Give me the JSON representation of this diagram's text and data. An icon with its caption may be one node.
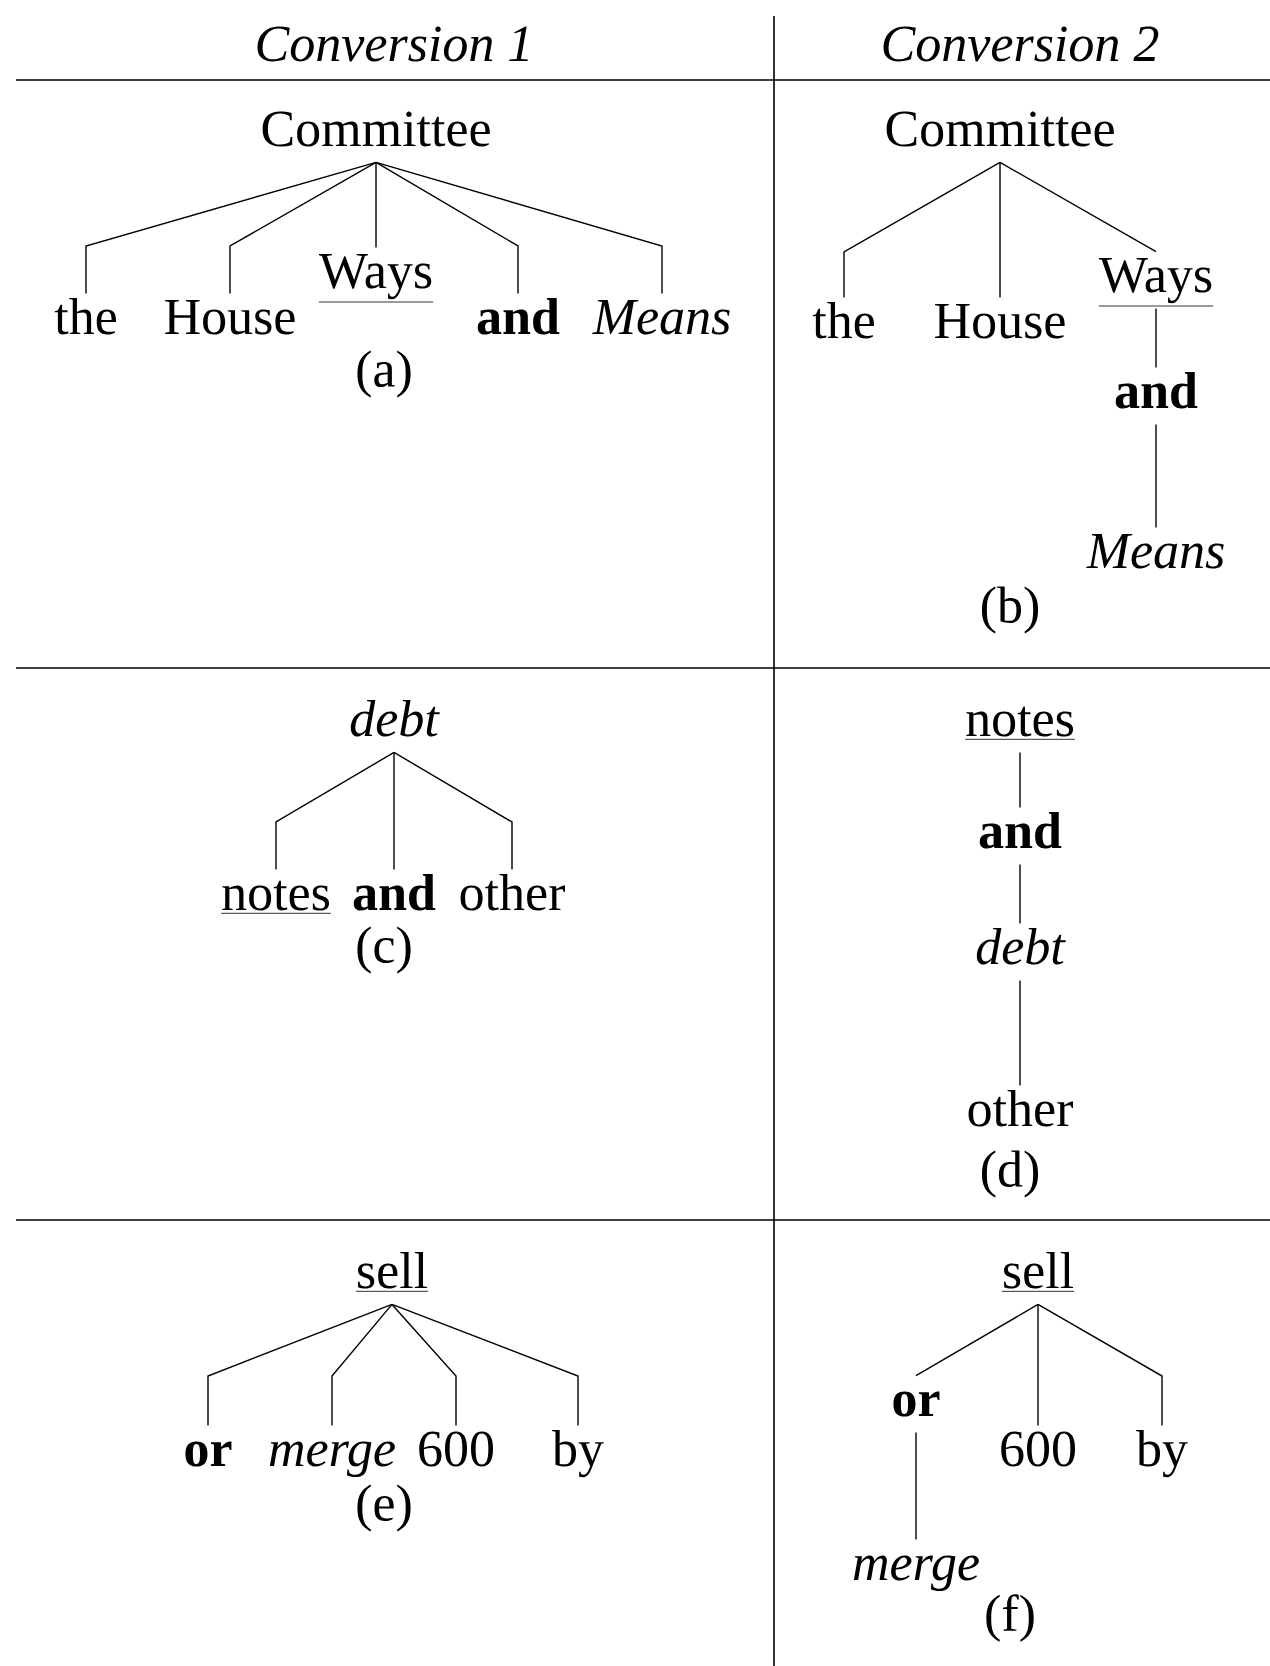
{
  "diagram": {
    "nodes": [
      {
        "text": [
          "Committee"
        ]
      },
      {
        "text": [
          "the"
        ]
      },
      {
        "text": [
          "House"
        ]
      },
      {
        "text": [
          "Ways"
        ]
      },
      {
        "text": [
          "and"
        ]
      },
      {
        "text": [
          "Means"
        ]
      },
      {
        "text": [
          "Committee"
        ]
      },
      {
        "text": [
          "the"
        ]
      },
      {
        "text": [
          "House"
        ]
      },
      {
        "text": [
          "Ways"
        ]
      },
      {
        "text": [
          "and"
        ]
      },
      {
        "text": [
          "Means"
        ]
      },
      {
        "text": [
          "debt"
        ]
      },
      {
        "text": [
          "notes"
        ]
      },
      {
        "text": [
          "and"
        ]
      },
      {
        "text": [
          "other"
        ]
      },
      {
        "text": [
          "notes"
        ]
      },
      {
        "text": [
          "and"
        ]
      },
      {
        "text": [
          "debt"
        ]
      },
      {
        "text": [
          "other"
        ]
      },
      {
        "text": [
          "sell"
        ]
      },
      {
        "text": [
          "or"
        ]
      },
      {
        "text": [
          "merge"
        ]
      },
      {
        "text": [
          "600"
        ]
      },
      {
        "text": [
          "by"
        ]
      },
      {
        "text": [
          "sell"
        ]
      },
      {
        "text": [
          "or"
        ]
      },
      {
        "text": [
          "600"
        ]
      },
      {
        "text": [
          "by"
        ]
      },
      {
        "text": [
          "merge"
        ]
      }
    ],
    "edges": [
      {
        "from": 0,
        "to": 1,
        "arrow": "none"
      },
      {
        "from": 0,
        "to": 2,
        "arrow": "none"
      },
      {
        "from": 0,
        "to": 3,
        "arrow": "none"
      },
      {
        "from": 0,
        "to": 4,
        "arrow": "none"
      },
      {
        "from": 0,
        "to": 5,
        "arrow": "none"
      },
      {
        "from": 6,
        "to": 7,
        "arrow": "none"
      },
      {
        "from": 6,
        "to": 8,
        "arrow": "none"
      },
      {
        "from": 6,
        "to": 9,
        "arrow": "none"
      },
      {
        "from": 9,
        "to": 10,
        "arrow": "none"
      },
      {
        "from": 10,
        "to": 11,
        "arrow": "none"
      },
      {
        "from": 12,
        "to": 13,
        "arrow": "none"
      },
      {
        "from": 12,
        "to": 14,
        "arrow": "none"
      },
      {
        "from": 12,
        "to": 15,
        "arrow": "none"
      },
      {
        "from": 16,
        "to": 17,
        "arrow": "none"
      },
      {
        "from": 17,
        "to": 18,
        "arrow": "none"
      },
      {
        "from": 18,
        "to": 19,
        "arrow": "none"
      },
      {
        "from": 20,
        "to": 21,
        "arrow": "none"
      },
      {
        "from": 20,
        "to": 22,
        "arrow": "none"
      },
      {
        "from": 20,
        "to": 23,
        "arrow": "none"
      },
      {
        "from": 20,
        "to": 24,
        "arrow": "none"
      },
      {
        "from": 25,
        "to": 26,
        "arrow": "none"
      },
      {
        "from": 25,
        "to": 27,
        "arrow": "none"
      },
      {
        "from": 25,
        "to": 28,
        "arrow": "none"
      },
      {
        "from": 26,
        "to": 29,
        "arrow": "none"
      }
    ],
    "labels": [
      "Conversion 1",
      "Conversion 2",
      "(a)",
      "(b)",
      "(c)",
      "(d)",
      "(e)",
      "(f)"
    ]
  }
}
